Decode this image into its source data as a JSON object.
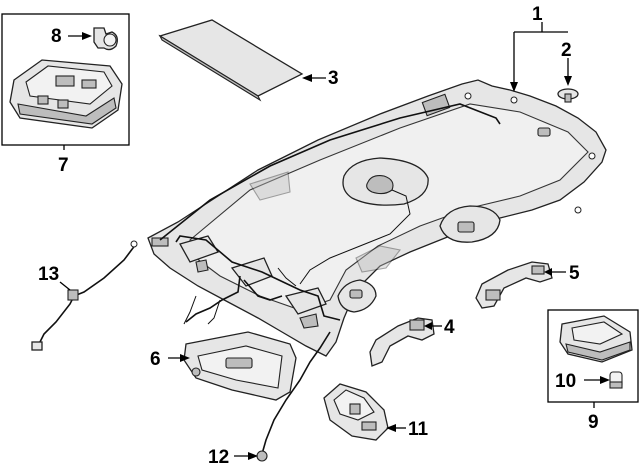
{
  "diagram": {
    "callouts": [
      {
        "id": "callout-1",
        "label": "1"
      },
      {
        "id": "callout-2",
        "label": "2"
      },
      {
        "id": "callout-3",
        "label": "3"
      },
      {
        "id": "callout-4",
        "label": "4"
      },
      {
        "id": "callout-5",
        "label": "5"
      },
      {
        "id": "callout-6",
        "label": "6"
      },
      {
        "id": "callout-7",
        "label": "7"
      },
      {
        "id": "callout-8",
        "label": "8"
      },
      {
        "id": "callout-9",
        "label": "9"
      },
      {
        "id": "callout-10",
        "label": "10"
      },
      {
        "id": "callout-11",
        "label": "11"
      },
      {
        "id": "callout-12",
        "label": "12"
      },
      {
        "id": "callout-13",
        "label": "13"
      }
    ],
    "colors": {
      "line": "#000000",
      "part_fill": "#e6e6e6",
      "part_shadow": "#bdbdbd",
      "background": "#ffffff"
    }
  }
}
